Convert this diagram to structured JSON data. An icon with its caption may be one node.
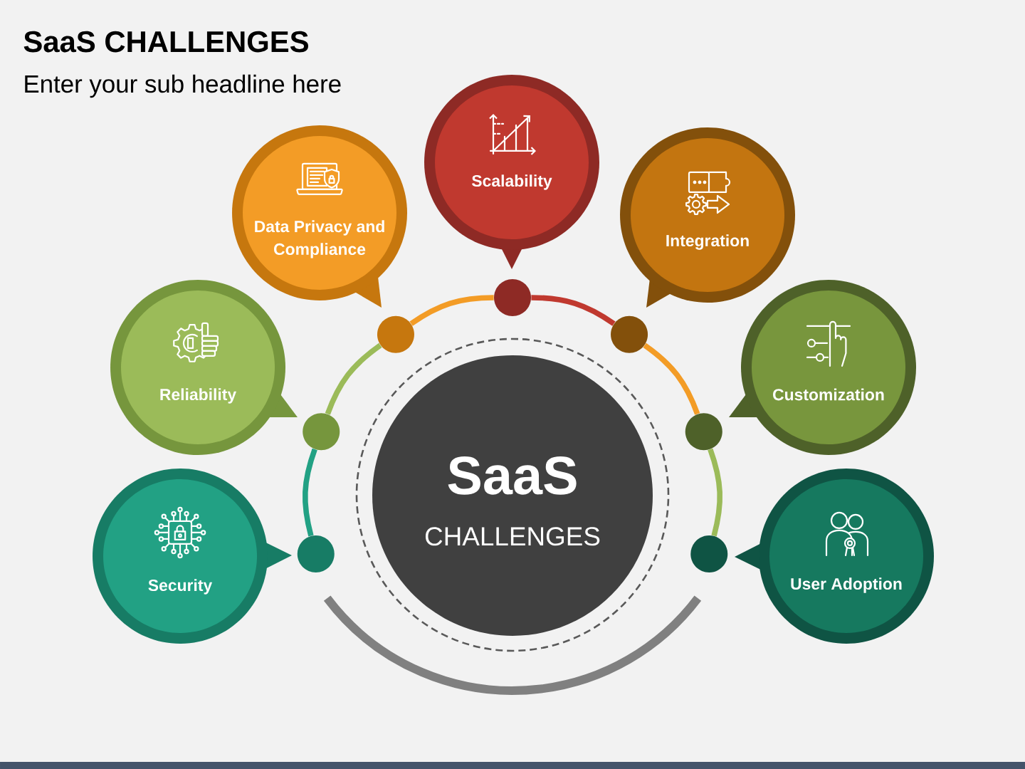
{
  "diagram": {
    "title": "SaaS CHALLENGES",
    "nodes": [
      {
        "text": [
          "SaaS",
          "CHALLENGES"
        ]
      },
      {
        "text": [
          "Security"
        ]
      },
      {
        "text": [
          "Reliability"
        ]
      },
      {
        "text": [
          "Data Privacy and Compliance"
        ]
      },
      {
        "text": [
          "Scalability"
        ]
      },
      {
        "text": [
          "Integration"
        ]
      },
      {
        "text": [
          "Customization"
        ]
      },
      {
        "text": [
          "User Adoption"
        ]
      },
      {
        "text": [],
        "shape": "circle"
      },
      {
        "text": [],
        "shape": "circle"
      },
      {
        "text": [],
        "shape": "circle"
      },
      {
        "text": [],
        "shape": "circle"
      },
      {
        "text": [],
        "shape": "circle"
      },
      {
        "text": [],
        "shape": "circle"
      },
      {
        "text": [],
        "shape": "circle"
      }
    ],
    "edges": [
      {
        "from": 8,
        "to": 9,
        "arrow": "none",
        "color": "#22a184"
      },
      {
        "from": 9,
        "to": 10,
        "arrow": "none",
        "color": "#9bbb59"
      },
      {
        "from": 10,
        "to": 11,
        "arrow": "none",
        "color": "#f39c26"
      },
      {
        "from": 11,
        "to": 12,
        "arrow": "none",
        "color": "#c0392f"
      },
      {
        "from": 12,
        "to": 13,
        "arrow": "none",
        "color": "#f39c26"
      },
      {
        "from": 13,
        "to": 14,
        "arrow": "none",
        "color": "#9bbb59"
      }
    ],
    "labels": [
      "Enter your sub headline here"
    ]
  }
}
